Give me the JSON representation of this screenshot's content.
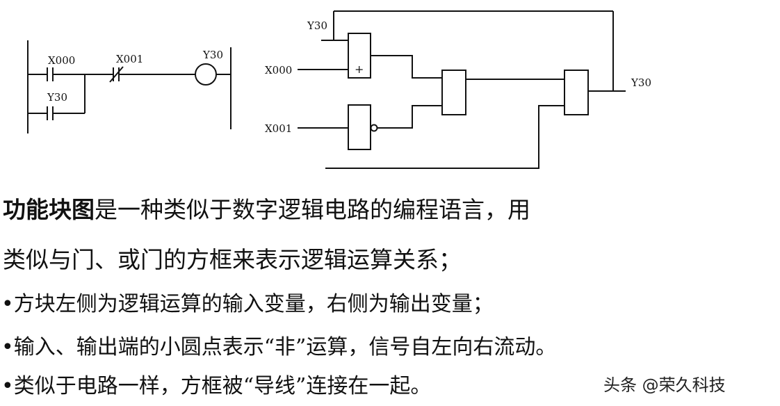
{
  "ladder": {
    "labels": {
      "contact1": "X000",
      "contact2": "Y30",
      "contact3": "X001",
      "coil": "Y30"
    }
  },
  "fbd": {
    "labels": {
      "in_y30": "Y30",
      "in_x000": "X000",
      "in_x001": "X001",
      "out_y30": "Y30"
    },
    "or_symbol": "+"
  },
  "text": {
    "line1_bold": "功能块图",
    "line1_rest": "是一种类似于数字逻辑电路的编程语言，用",
    "line2": "类似与门、或门的方框来表示逻辑运算关系；",
    "bullets": [
      "•方块左侧为逻辑运算的输入变量，右侧为输出变量；",
      "•输入、输出端的小圆点表示“非”运算，信号自左向右流动。",
      "•类似于电路一样，方框被“导线”连接在一起。"
    ]
  },
  "watermark": "头条 @荣久科技"
}
